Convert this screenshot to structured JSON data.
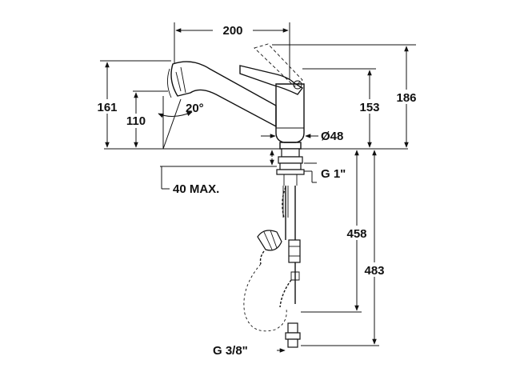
{
  "diagram": {
    "dimensions": {
      "spout_reach": "200",
      "total_height": "186",
      "spout_height": "161",
      "outlet_height": "110",
      "swivel_angle": "20°",
      "body_height": "153",
      "body_diameter": "Ø48",
      "deck_thickness": "40 MAX.",
      "mounting_thread": "G 1\"",
      "supply_hose_length": "458",
      "total_hose_length": "483",
      "connection_thread": "G 3/8\""
    }
  }
}
